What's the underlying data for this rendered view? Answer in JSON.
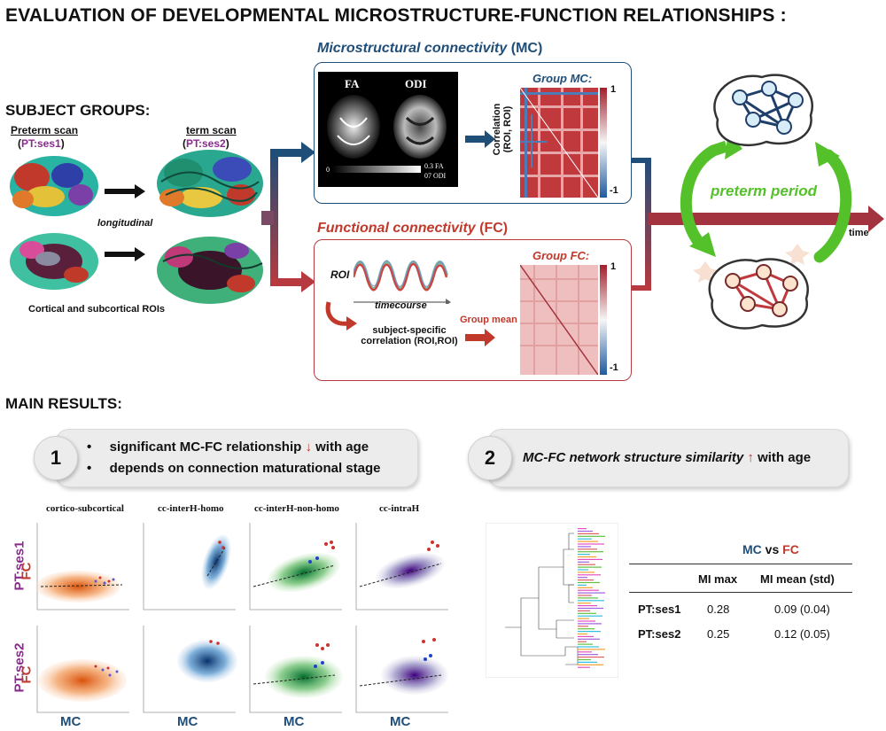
{
  "title": "EVALUATION OF DEVELOPMENTAL MICROSTRUCTURE-FUNCTION RELATIONSHIPS :",
  "subject_groups": {
    "heading": "SUBJECT GROUPS:",
    "preterm_label": "Preterm scan",
    "preterm_session": "PT:ses1",
    "term_label": "term scan",
    "term_session": "PT:ses2",
    "longitudinal": "longitudinal",
    "rois": "Cortical and subcortical ROIs"
  },
  "mc_panel": {
    "title": "Microstructural connectivity",
    "abbr": "(MC)",
    "fa": "FA",
    "odi": "ODI",
    "scale_min": "0",
    "scale_max_fa": "0.3",
    "scale_fa": "FA",
    "scale_max_odi": "07",
    "scale_odi": "ODI",
    "axis_label_1": "Correlation",
    "axis_label_2": "(ROI, ROI)",
    "group": "Group MC:",
    "cbar_top": "1",
    "cbar_bottom": "-1"
  },
  "fc_panel": {
    "title": "Functional connectivity",
    "abbr": "(FC)",
    "roi": "ROI",
    "timecourse": "timecourse",
    "subject_corr_1": "subject-specific",
    "subject_corr_2": "correlation (ROI,ROI)",
    "group_mean": "Group mean",
    "group": "Group FC:",
    "cbar_top": "1",
    "cbar_bottom": "-1"
  },
  "timeline": {
    "preterm_period": "preterm period",
    "time": "time"
  },
  "main_results": {
    "heading": "MAIN RESULTS:",
    "r1_number": "1",
    "r1_line1": "significant MC-FC relationship",
    "r1_line1_end": "with age",
    "r1_line2": "depends on connection maturational stage",
    "bullet": "•",
    "r2_number": "2",
    "r2_text": "MC-FC network structure similarity",
    "r2_end": "with age"
  },
  "scatter": {
    "columns": [
      "cortico-subcortical",
      "cc-interH-homo",
      "cc-interH-non-homo",
      "cc-intraH"
    ],
    "row1_label": "PT:ses1",
    "row2_label": "PT:ses2",
    "y_label": "FC",
    "x_label": "MC"
  },
  "mi_table": {
    "mc": "MC",
    "vs": "vs",
    "fc": "FC",
    "headers": [
      "",
      "MI max",
      "MI mean (std)"
    ],
    "rows": [
      [
        "PT:ses1",
        "0.28",
        "0.09 (0.04)"
      ],
      [
        "PT:ses2",
        "0.25",
        "0.12 (0.05)"
      ]
    ]
  },
  "colors": {
    "mc_accent": "#1f4e79",
    "fc_accent": "#b63a3f",
    "preterm_green": "#55c12a",
    "session_purple": "#8a2a8f"
  }
}
